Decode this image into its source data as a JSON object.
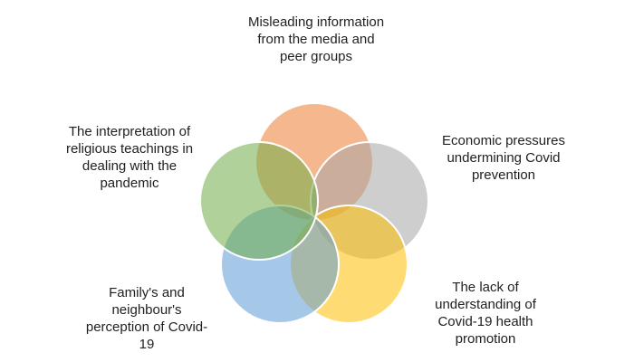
{
  "figure": {
    "type": "venn-diagram",
    "background_color": "#FFFFFF",
    "text_color": "#212121",
    "circle_stroke_color": "#FFFFFF"
  },
  "venn": {
    "circles": [
      {
        "name": "misleading-information",
        "position": "top",
        "color": "#ED7D31",
        "label": "Misleading information from the media and peer groups"
      },
      {
        "name": "economic-pressures",
        "position": "right-upper",
        "color": "#A5A5A5",
        "label": "Economic pressures undermining Covid prevention"
      },
      {
        "name": "lack-of-understanding",
        "position": "right-lower",
        "color": "#FFC000",
        "label": "The lack of understanding of Covid-19 health promotion"
      },
      {
        "name": "family-neighbour-perception",
        "position": "left-lower",
        "color": "#5B9BD5",
        "label": "Family's and neighbour's perception of Covid-19"
      },
      {
        "name": "religious-teachings",
        "position": "left-upper",
        "color": "#70AD47",
        "label": "The interpretation of religious teachings in dealing with the pandemic"
      }
    ]
  },
  "labels": {
    "top": {
      "lines": [
        "Misleading information",
        "from the media and",
        "peer groups"
      ]
    },
    "left_upper": {
      "lines": [
        "The interpretation of",
        "religious teachings in",
        "dealing with the",
        "pandemic"
      ]
    },
    "right_upper": {
      "lines": [
        "Economic pressures",
        "undermining Covid",
        "prevention"
      ]
    },
    "left_lower": {
      "lines": [
        "Family's and",
        "neighbour's",
        "perception of Covid-",
        "19"
      ]
    },
    "right_lower": {
      "lines": [
        "The lack of",
        "understanding of",
        "Covid-19 health",
        "promotion"
      ]
    }
  }
}
